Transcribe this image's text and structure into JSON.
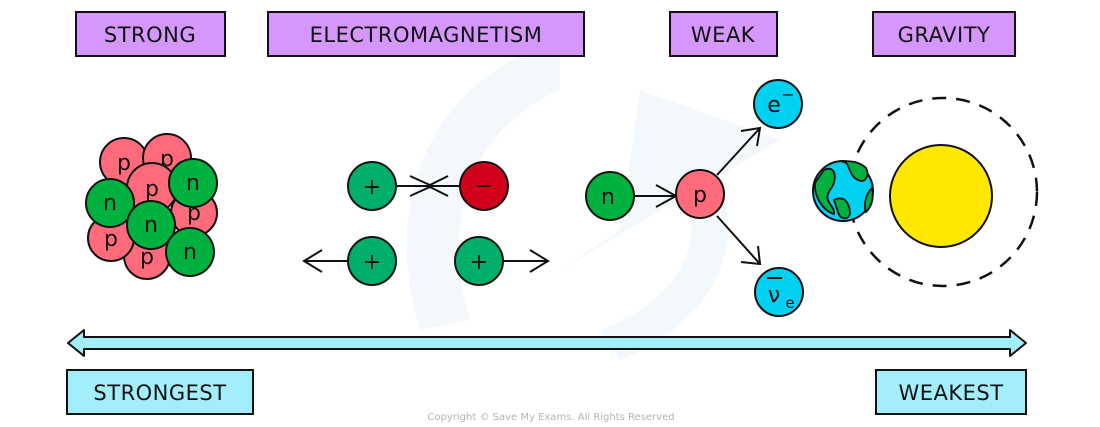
{
  "title": "The four fundamental forces",
  "colors": {
    "label_box_fill": "#d597fb",
    "scale_fill": "#a2eefb",
    "proton": "#ff6b7a",
    "neutron": "#00b140",
    "positive_charge": "#00b06a",
    "negative_charge": "#d0021b",
    "lepton": "#00d1f2",
    "sun": "#ffe800",
    "earth_ocean": "#00d1f2",
    "earth_land": "#00b140",
    "outline": "#111111"
  },
  "forces": [
    {
      "id": "strong",
      "label": "STRONG"
    },
    {
      "id": "electromagnetism",
      "label": "ELECTROMAGNETISM"
    },
    {
      "id": "weak",
      "label": "WEAK"
    },
    {
      "id": "gravity",
      "label": "GRAVITY"
    }
  ],
  "strong": {
    "nucleus": [
      {
        "symbol": "p"
      },
      {
        "symbol": "p"
      },
      {
        "symbol": "p"
      },
      {
        "symbol": "n"
      },
      {
        "symbol": "n"
      },
      {
        "symbol": "n"
      },
      {
        "symbol": "p"
      },
      {
        "symbol": "p"
      },
      {
        "symbol": "p"
      },
      {
        "symbol": "n"
      }
    ]
  },
  "electromagnetism": {
    "attraction": {
      "left_charge": "+",
      "right_charge": "−"
    },
    "repulsion": {
      "left_charge": "+",
      "right_charge": "+"
    }
  },
  "weak": {
    "initial": "n",
    "product": "p",
    "electron": {
      "symbol": "e",
      "superscript": "−"
    },
    "antineutrino": {
      "symbol": "ν",
      "bar": true,
      "subscript": "e"
    }
  },
  "gravity": {
    "orbiting_body": "Earth",
    "central_body": "Sun"
  },
  "scale": {
    "left_label": "STRONGEST",
    "right_label": "WEAKEST"
  },
  "copyright": "Copyright © Save My Exams. All Rights Reserved"
}
